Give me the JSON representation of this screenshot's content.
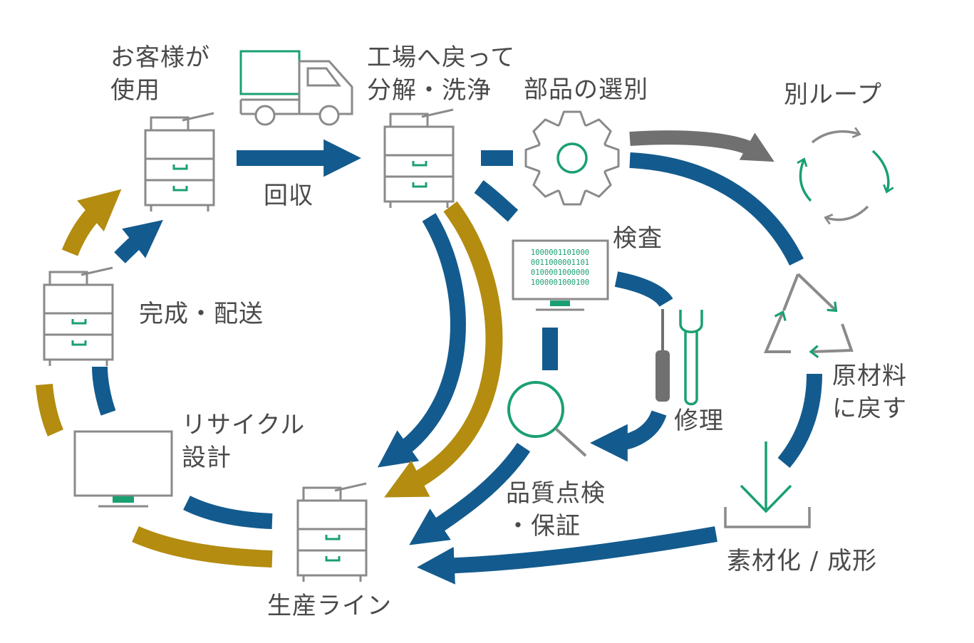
{
  "labels": {
    "customer_use": [
      "お客様が",
      "使用"
    ],
    "collection": "回収",
    "return_factory": [
      "工場へ戻って",
      "分解・洗浄"
    ],
    "parts_sorting": "部品の選別",
    "other_loop": "別ループ",
    "inspection": "検査",
    "completion_delivery": "完成・配送",
    "repair": "修理",
    "raw_material": [
      "原材料",
      "に戻す"
    ],
    "recycle_design": [
      "リサイクル",
      "設計"
    ],
    "quality_check": [
      "品質点検",
      "・保証"
    ],
    "material_forming": "素材化 / 成形",
    "production_line": "生産ライン"
  },
  "monitor_binary": [
    "1000001101000",
    "0011000001101",
    "0100001000000",
    "1000001000100"
  ],
  "colors": {
    "blue": "#135b8e",
    "gold": "#b38c10",
    "gray": "#707070",
    "green": "#1aa070",
    "outline": "#8a8a8a"
  }
}
